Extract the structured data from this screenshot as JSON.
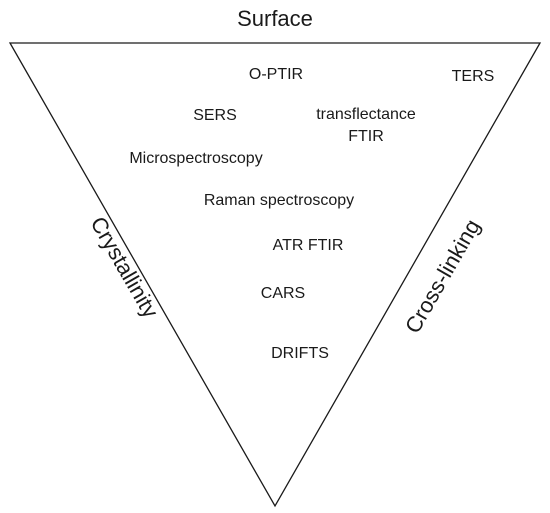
{
  "diagram": {
    "top_edge_label": "Surface",
    "left_edge_label": "Crystallinity",
    "right_edge_label": "Cross-linking",
    "techniques": {
      "optir": "O-PTIR",
      "ters": "TERS",
      "sers": "SERS",
      "transflectance_line1": "transflectance",
      "transflectance_line2": "FTIR",
      "microspectroscopy": "Microspectroscopy",
      "raman": "Raman spectroscopy",
      "atr_ftir": "ATR FTIR",
      "cars": "CARS",
      "drifts": "DRIFTS"
    }
  }
}
